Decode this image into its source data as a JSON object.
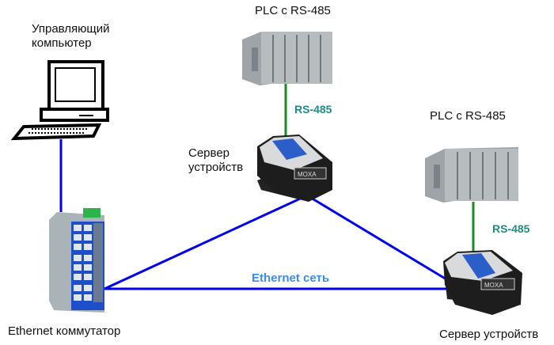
{
  "labels": {
    "computer": [
      "Управляющий",
      "компьютер"
    ],
    "plc1": "PLC с RS-485",
    "plc2": "PLC с RS-485",
    "rs485_1": "RS-485",
    "rs485_2": "RS-485",
    "server1": [
      "Сервер",
      "устройств"
    ],
    "server2": "Сервер устройств",
    "switch": "Ethernet коммутатор",
    "network": "Ethernet сеть",
    "device_brand": "MOXA"
  },
  "colors": {
    "ethernet_line": "#0000ee",
    "rs485_line": "#1a8a2a",
    "rs485_label": "#1a9080",
    "network_label": "#3a8cf0"
  }
}
